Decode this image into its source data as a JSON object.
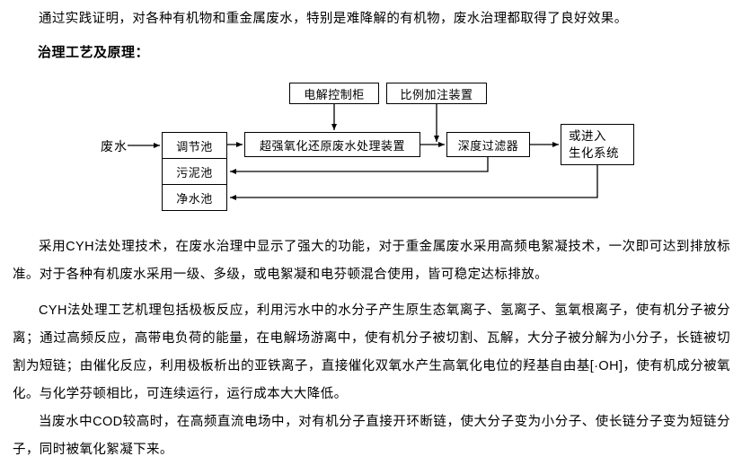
{
  "content": {
    "intro": "通过实践证明，对各种有机物和重金属废水，特别是难降解的有机物，废水治理都取得了良好效果。",
    "heading": "治理工艺及原理：",
    "para1": "采用CYH法处理技术，在废水治理中显示了强大的功能，对于重金属废水采用高频电絮凝技术，一次即可达到排放标准。对于各种有机废水采用一级、多级，或电絮凝和电芬顿混合使用，皆可稳定达标排放。",
    "para2": "CYH法处理工艺机理包括极板反应，利用污水中的水分子产生原生态氧离子、氢离子、氢氧根离子，使有机分子被分离；通过高频反应，高带电负荷的能量，在电解场游离中，使有机分子被切割、瓦解，大分子被分解为小分子，长链被切割为短链；由催化反应，利用极板析出的亚铁离子，直接催化双氧水产生高氧化电位的羟基自由基[·OH]，使有机成分被氧化。与化学芬顿相比，可连续运行，运行成本大大降低。",
    "para3": "当废水中COD较高时，在高频直流电场中，对有机分子直接开环断链，使大分子变为小分子、使长链分子变为短链分子，同时被氧化絮凝下来。"
  },
  "diagram": {
    "influent_label": "废水",
    "boxes": {
      "electrolysis_control": "电解控制柜",
      "proportional_dosing": "比例加注装置",
      "regulation_pool": "调节池",
      "sludge_pool": "污泥池",
      "clean_water_pool": "净水池",
      "oxidation_device": "超强氧化还原废水处理装置",
      "deep_filter": "深度过滤器",
      "biochemical_line1": "或进入",
      "biochemical_line2": "生化系统"
    },
    "line_color": "#000000"
  }
}
